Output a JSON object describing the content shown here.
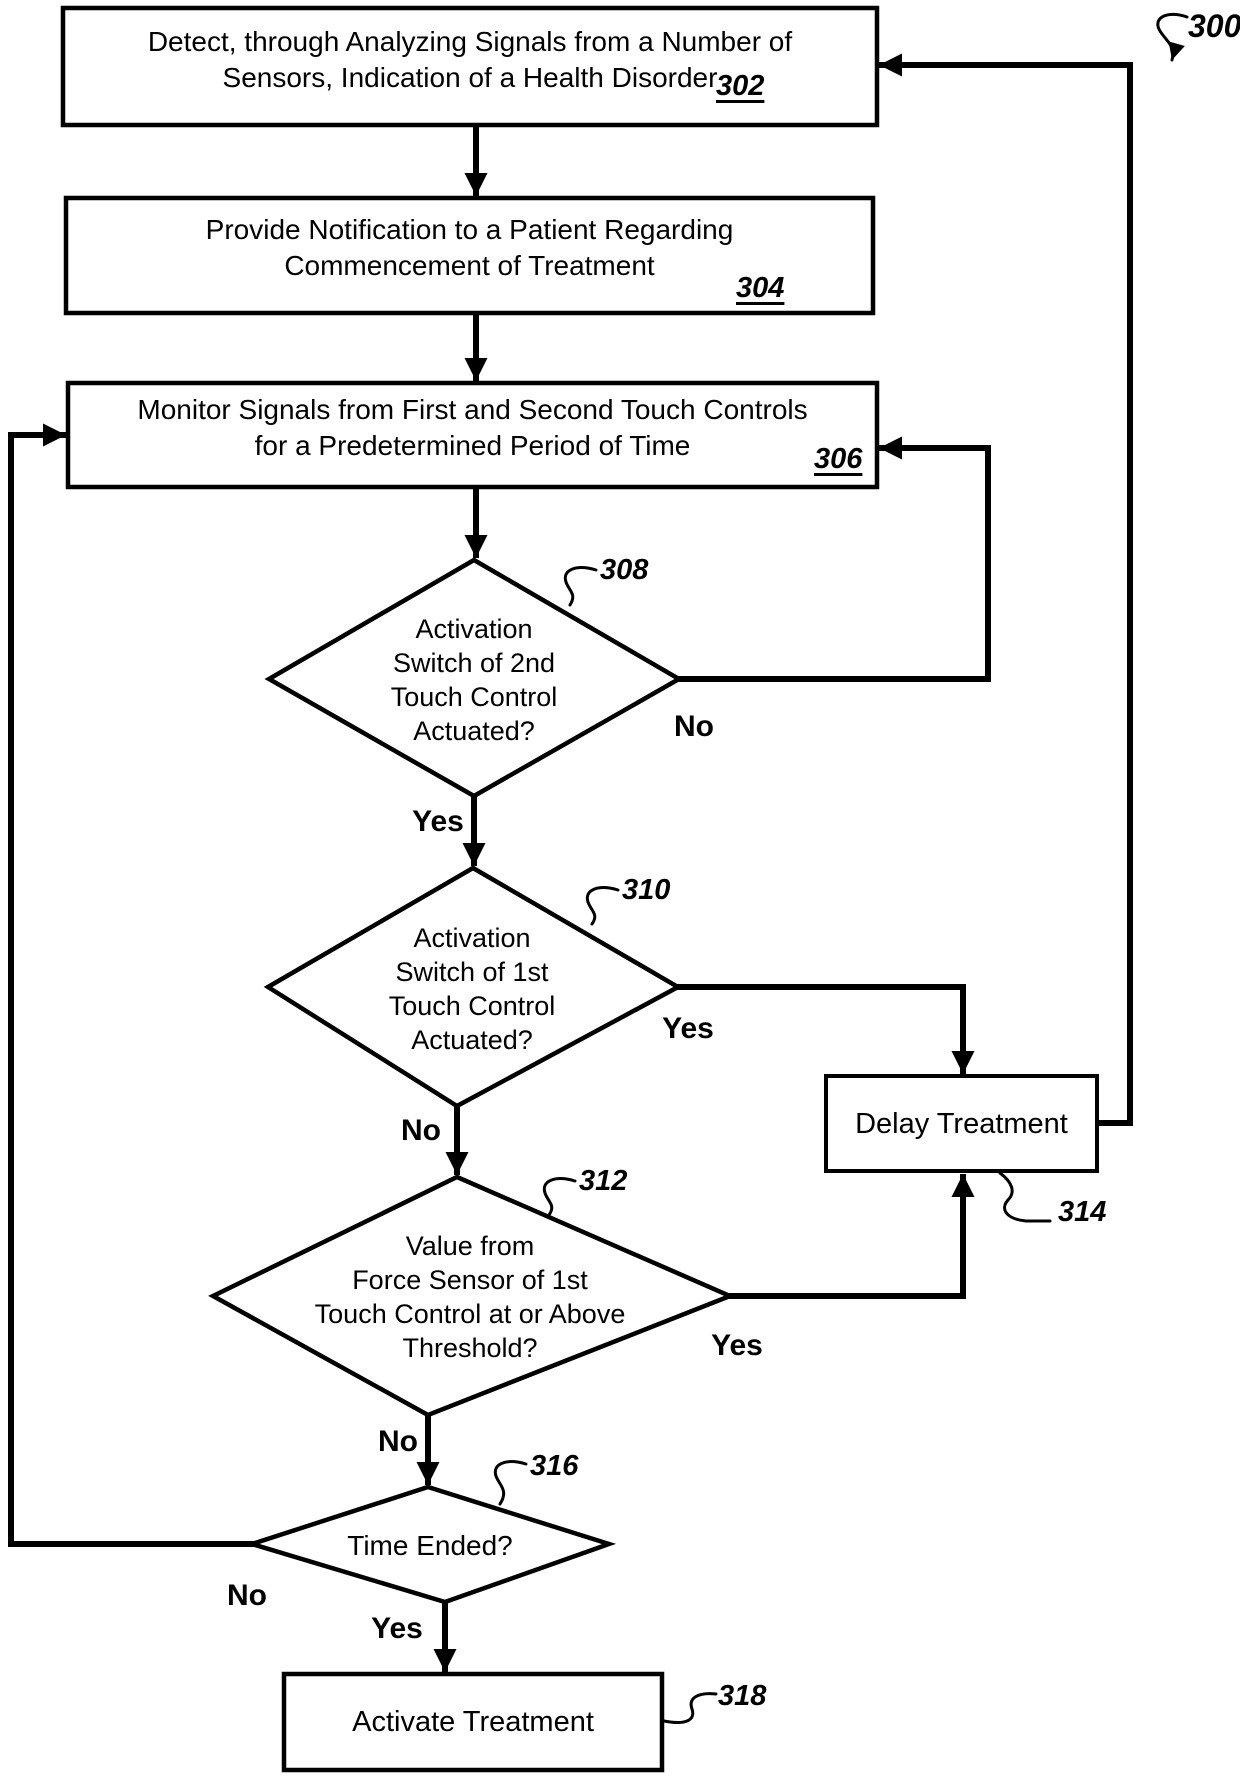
{
  "figure_ref": "300",
  "colors": {
    "ink": "#000000",
    "paper": "#ffffff"
  },
  "nodes": {
    "n302": {
      "ref": "302",
      "lines": [
        "Detect, through Analyzing Signals from a Number of",
        "Sensors, Indication of a Health Disorder"
      ]
    },
    "n304": {
      "ref": "304",
      "lines": [
        "Provide Notification to a Patient Regarding",
        "Commencement of Treatment"
      ]
    },
    "n306": {
      "ref": "306",
      "lines": [
        "Monitor Signals from First and Second Touch Controls",
        "for a Predetermined Period of Time"
      ]
    },
    "d308": {
      "ref": "308",
      "lines": [
        "Activation",
        "Switch of 2nd",
        "Touch Control",
        "Actuated?"
      ]
    },
    "d310": {
      "ref": "310",
      "lines": [
        "Activation",
        "Switch of 1st",
        "Touch Control",
        "Actuated?"
      ]
    },
    "d312": {
      "ref": "312",
      "lines": [
        "Value from",
        "Force Sensor of 1st",
        "Touch Control at or Above",
        "Threshold?"
      ]
    },
    "d316": {
      "ref": "316",
      "lines": [
        "Time Ended?"
      ]
    },
    "n314": {
      "ref": "314",
      "lines": [
        "Delay Treatment"
      ]
    },
    "n318": {
      "ref": "318",
      "lines": [
        "Activate Treatment"
      ]
    }
  },
  "edge_labels": {
    "e308_no": "No",
    "e308_yes": "Yes",
    "e310_yes": "Yes",
    "e310_no": "No",
    "e312_yes": "Yes",
    "e312_no": "No",
    "e316_no": "No",
    "e316_yes": "Yes"
  }
}
